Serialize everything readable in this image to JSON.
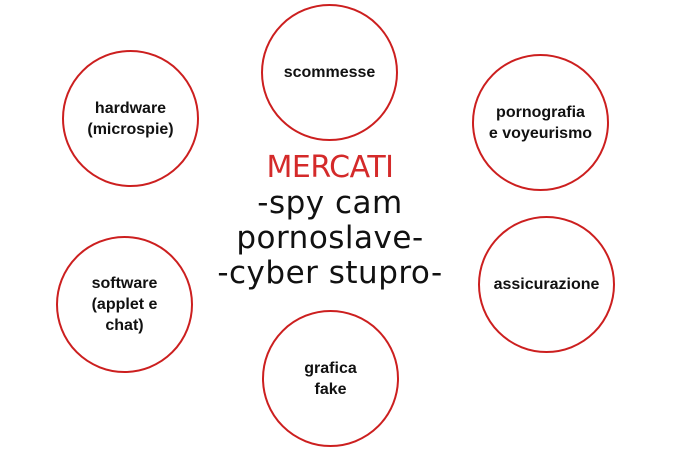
{
  "diagram": {
    "center": {
      "title": "MERCATI",
      "lines": [
        "-spy cam",
        "pornoslave-",
        "-cyber stupro-"
      ]
    },
    "nodes": [
      {
        "label": "scommesse"
      },
      {
        "label": "hardware\n(microspie)"
      },
      {
        "label": "pornografia\ne voyeurismo"
      },
      {
        "label": "software\n(applet e\nchat)"
      },
      {
        "label": "assicurazione"
      },
      {
        "label": "grafica\nfake"
      }
    ],
    "colors": {
      "accent": "#d42a2a",
      "circle_border": "#cc1f1f",
      "text": "#111111",
      "background": "#ffffff"
    }
  }
}
